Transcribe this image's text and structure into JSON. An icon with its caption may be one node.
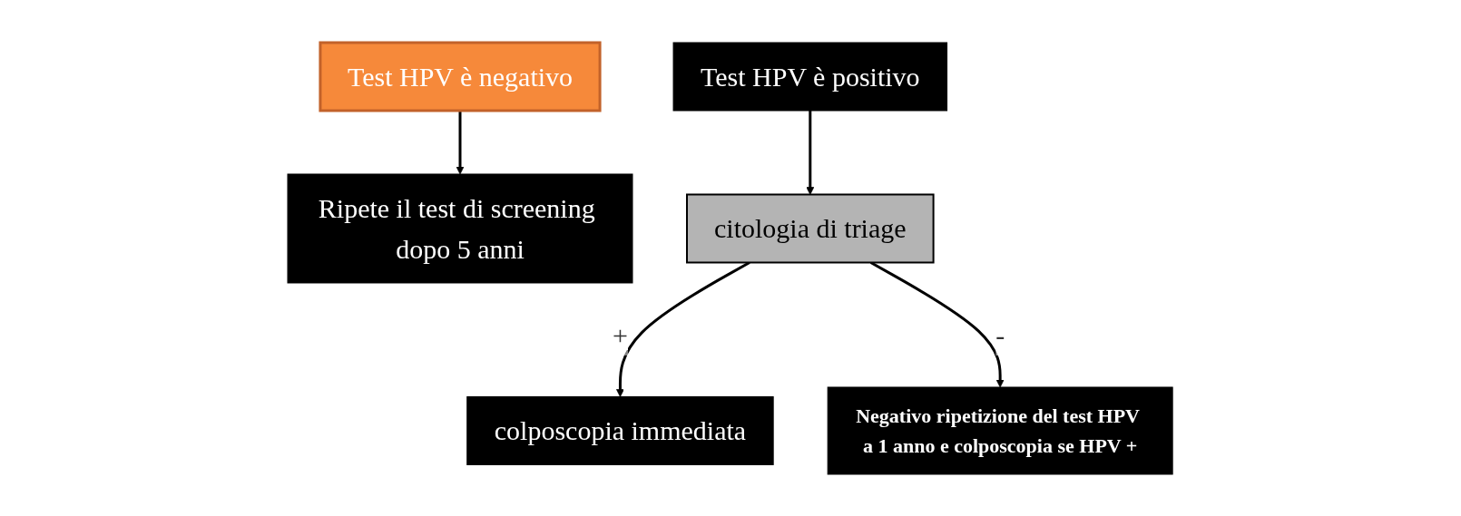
{
  "diagram": {
    "nodes": [
      {
        "text": [
          "Test HPV è negativo"
        ]
      },
      {
        "text": [
          "Test HPV è positivo"
        ]
      },
      {
        "text": [
          "Ripete il test di screening dopo 5 anni"
        ]
      },
      {
        "text": [
          "citologia di triage"
        ]
      },
      {
        "text": [
          "colposcopia immediata"
        ]
      },
      {
        "text": [
          "Negativo ripetizione del test HPV a 1 anno e colposcopia se HPV +"
        ]
      }
    ],
    "edges": [
      {
        "from": 0,
        "to": 2,
        "arrow": "to"
      },
      {
        "from": 1,
        "to": 3,
        "arrow": "to"
      },
      {
        "from": 3,
        "to": 4,
        "arrow": "to",
        "label": "+"
      },
      {
        "from": 3,
        "to": 5,
        "arrow": "to",
        "label": "-"
      }
    ]
  }
}
